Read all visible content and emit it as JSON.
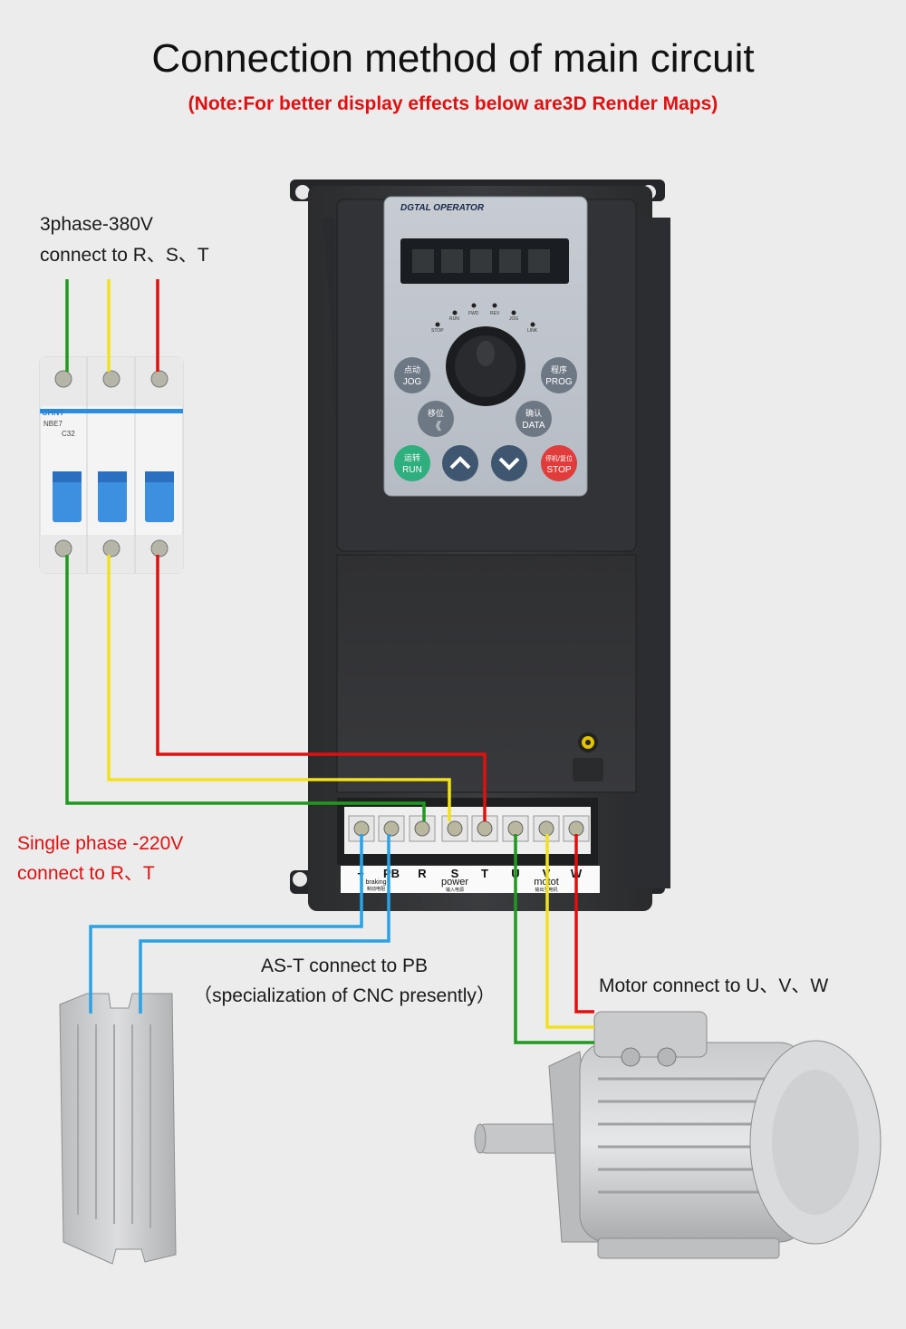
{
  "title": "Connection method of main circuit",
  "note": "(Note:For better display effects  below are3D Render Maps)",
  "labels": {
    "three_phase_line1": "3phase-380V",
    "three_phase_line2": "connect to R、S、T",
    "single_phase_line1": "Single phase -220V",
    "single_phase_line2": "connect to R、T",
    "ast_line1": "AS-T connect to PB",
    "ast_line2": "（specialization of CNC presently）",
    "motor": "Motor connect to U、V、W"
  },
  "breaker": {
    "brand": "CHNT",
    "model": "NBE7",
    "rating": "C32"
  },
  "inverter": {
    "panel_title": "DGTAL OPERATOR",
    "indicators": [
      "RUN",
      "FWD",
      "REV",
      "JOG",
      "STOP",
      "LINK"
    ],
    "buttons": {
      "jog": {
        "cn": "点动",
        "en": "JOG"
      },
      "prog": {
        "cn": "程序",
        "en": "PROG"
      },
      "shift": {
        "cn": "移位",
        "en": "《"
      },
      "data": {
        "cn": "确认",
        "en": "DATA"
      },
      "run": {
        "cn": "运转",
        "en": "RUN"
      },
      "stop": {
        "cn": "停机/复位",
        "en": "STOP"
      }
    },
    "terminal_letters": [
      "+",
      "PB",
      "R",
      "S",
      "T",
      "U",
      "V",
      "W"
    ],
    "group_braking": "braking",
    "group_braking_cn": "制动电阻",
    "group_power": "power",
    "group_power_cn": "输入电源",
    "group_motor": "motot",
    "group_motor_cn": "输出至电机"
  },
  "colors": {
    "wire_green": "#1f9a1f",
    "wire_yellow": "#f1e21c",
    "wire_red": "#e01010",
    "wire_blue": "#2aa2e6",
    "accent_red": "#e01010"
  }
}
